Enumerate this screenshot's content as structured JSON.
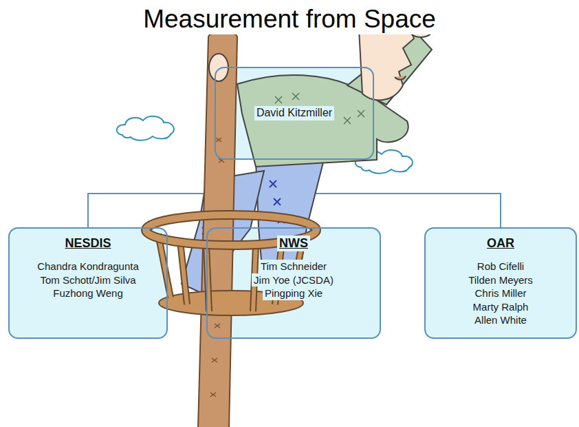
{
  "diagram": {
    "title": "Measurement from Space",
    "nodes": [
      {
        "text": [
          "David Kitzmiller"
        ]
      },
      {
        "text": [
          "NESDIS",
          "Chandra Kondragunta",
          "Tom Schott/Jim Silva",
          "Fuzhong Weng"
        ]
      },
      {
        "text": [
          "NWS",
          "Tim Schneider",
          "Jim Yoe (JCSDA)",
          "Pingping Xie"
        ]
      },
      {
        "text": [
          "OAR",
          "Rob Cifelli",
          "Tilden Meyers",
          "Chris Miller",
          "Marty Ralph",
          "Allen White"
        ]
      }
    ],
    "edges": [
      {
        "from": 0,
        "to": 1,
        "arrow": "none"
      },
      {
        "from": 0,
        "to": 2,
        "arrow": "none"
      },
      {
        "from": 0,
        "to": 3,
        "arrow": "none"
      }
    ]
  }
}
